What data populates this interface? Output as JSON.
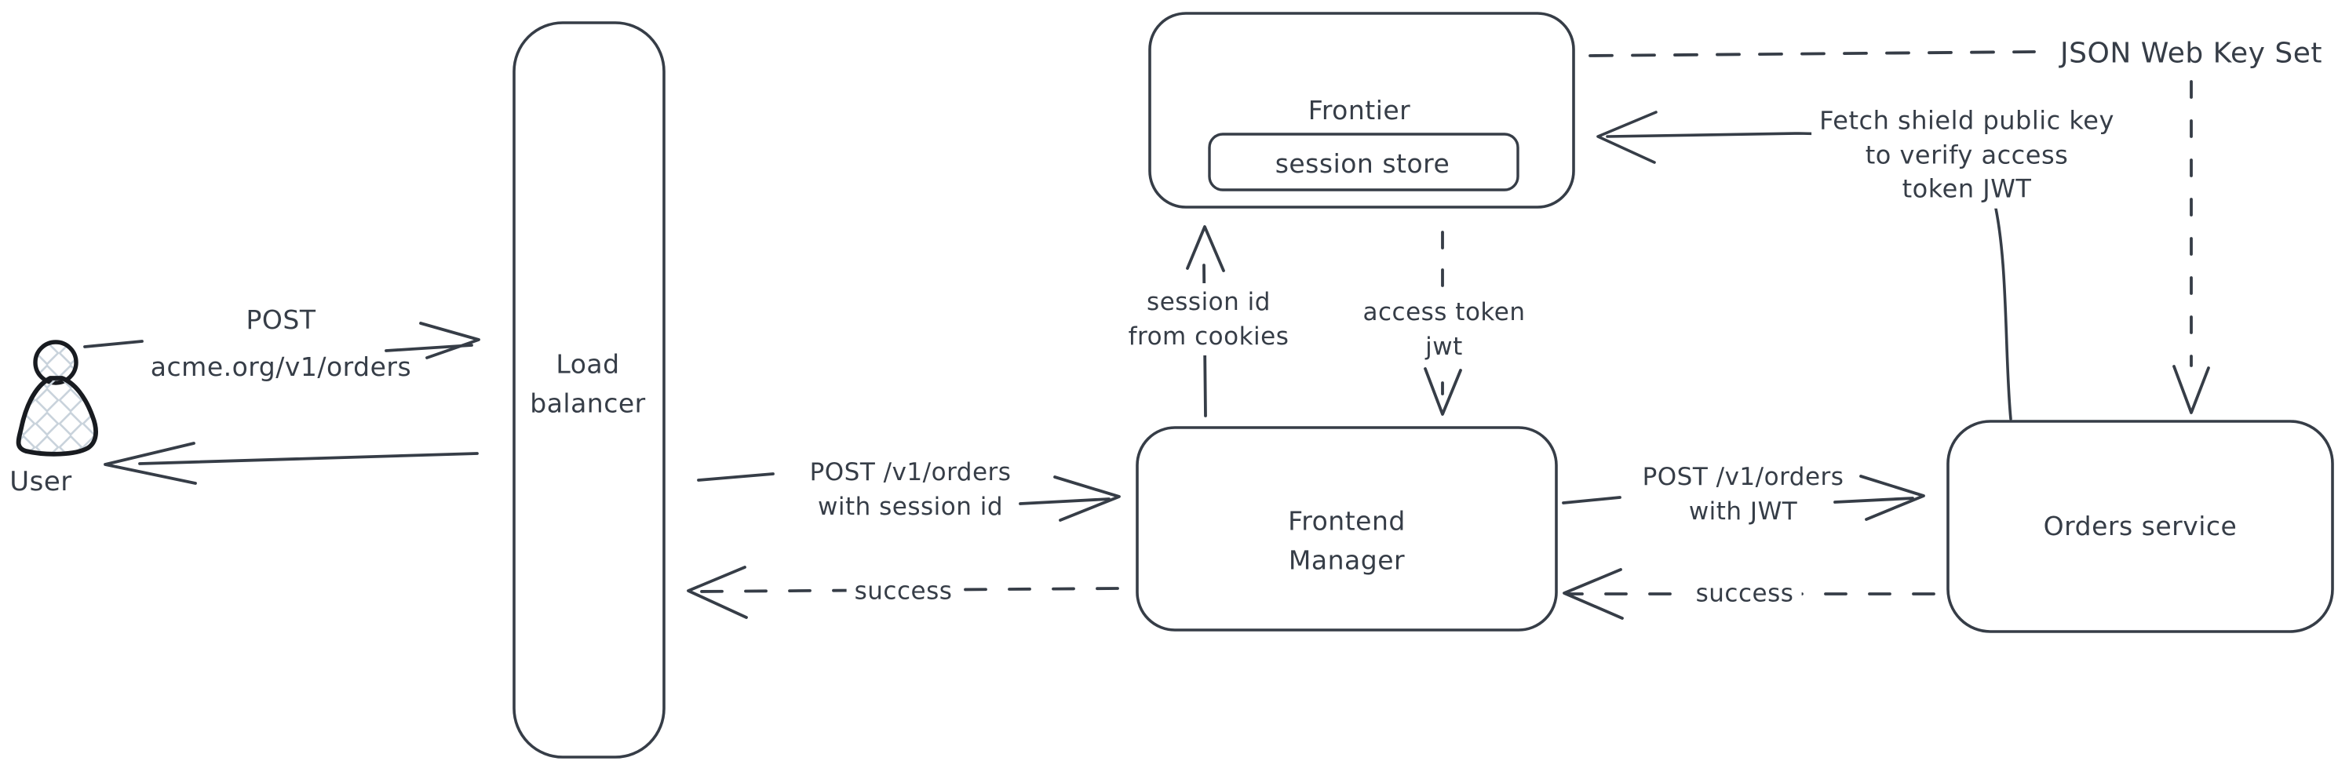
{
  "colors": {
    "stroke": "#363d47",
    "user_outline": "#181b20",
    "hatch_fill": "#c9d3dc",
    "background": "#ffffff"
  },
  "nodes": {
    "user": {
      "label": "User"
    },
    "load_balancer": {
      "label": "Load\nbalancer"
    },
    "frontier": {
      "label": "Frontier",
      "session_store": {
        "label": "session store"
      }
    },
    "frontend_manager": {
      "label": "Frontend\nManager"
    },
    "orders_service": {
      "label": "Orders service"
    }
  },
  "edges": {
    "user_to_load_balancer": {
      "label": "POST\nacme.org/v1/orders"
    },
    "load_balancer_to_frontend_manager": {
      "label": "POST /v1/orders\nwith session id"
    },
    "frontend_manager_to_load_balancer": {
      "label": "success"
    },
    "frontend_manager_to_orders_service": {
      "label": "POST /v1/orders\nwith JWT"
    },
    "orders_service_to_frontend_manager": {
      "label": "success"
    },
    "frontend_manager_to_frontier": {
      "label": "session id\nfrom cookies"
    },
    "frontier_to_frontend_manager": {
      "label": "access token\njwt"
    },
    "orders_service_to_frontier": {
      "label": "Fetch shield public key\nto verify access\ntoken JWT"
    },
    "jwks_flow": {
      "label": "JSON Web Key Set"
    }
  }
}
